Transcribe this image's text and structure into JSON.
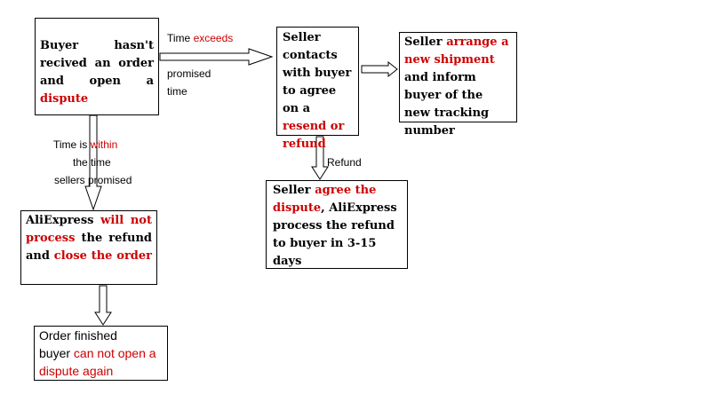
{
  "accent_color": "#cc0000",
  "box_buyer": {
    "part1": "Buyer hasn't recived an order and open a",
    "part2": "dispute"
  },
  "box_seller_contacts": {
    "part1": "Seller contacts with buyer to agree on a",
    "part2": "resend or refund"
  },
  "box_shipment": {
    "part1": "Seller",
    "part2": "arrange a new shipment",
    "part3": "and inform buyer of the new tracking number"
  },
  "box_agree": {
    "part1": "Seller",
    "part2": "agree the dispute",
    "part3": ", AliExpress process the refund to buyer in 3-15 days"
  },
  "box_aliexpress": {
    "part1": "AliExpress",
    "part2": "will not process",
    "part3": "the refund and",
    "part4": "close the order"
  },
  "box_finished": {
    "line1": "Order finished",
    "line2a": "buyer",
    "line2b": "can not open a dispute again"
  },
  "labels": {
    "time_exceeds_a": "Time",
    "time_exceeds_b": "exceeds",
    "promised": "promised",
    "time": "time",
    "within_a": "Time is",
    "within_b": "within",
    "the_time": "the time",
    "sellers_promised": "sellers promised",
    "refund": "Refund"
  }
}
